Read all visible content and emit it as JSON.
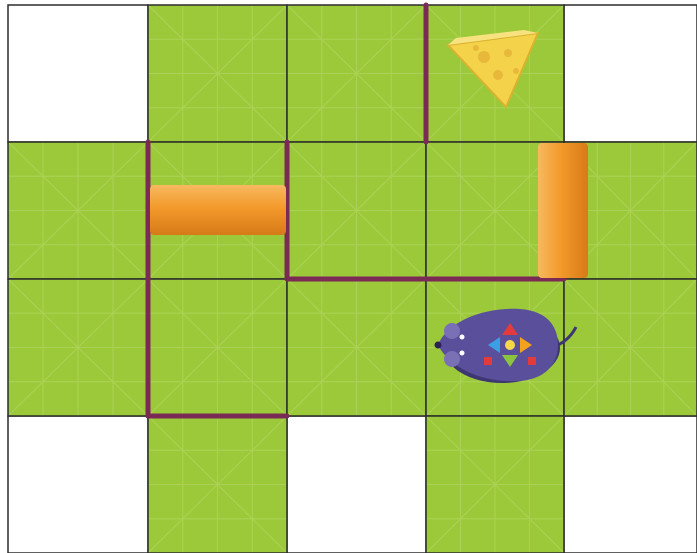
{
  "game": {
    "grid": {
      "rows": 4,
      "cols": 5
    },
    "colors": {
      "tile": "#9cc93a",
      "tile_line": "#b9da6e",
      "empty": "#ffffff",
      "grid_line": "#2b2b2b",
      "wall": "#7a2a55",
      "tunnel": "#f39a2b",
      "cheese": "#f4d24a",
      "mouse": "#5a4f9b"
    },
    "tiles": [
      {
        "row": 0,
        "col": 1
      },
      {
        "row": 0,
        "col": 2
      },
      {
        "row": 0,
        "col": 3
      },
      {
        "row": 1,
        "col": 0
      },
      {
        "row": 1,
        "col": 1
      },
      {
        "row": 1,
        "col": 2
      },
      {
        "row": 1,
        "col": 3
      },
      {
        "row": 1,
        "col": 4
      },
      {
        "row": 2,
        "col": 0
      },
      {
        "row": 2,
        "col": 1
      },
      {
        "row": 2,
        "col": 2
      },
      {
        "row": 2,
        "col": 3
      },
      {
        "row": 2,
        "col": 4
      },
      {
        "row": 3,
        "col": 1
      },
      {
        "row": 3,
        "col": 3
      }
    ],
    "walls": [
      {
        "side": "left",
        "row": 0,
        "col": 3
      },
      {
        "side": "left",
        "row": 1,
        "col": 1
      },
      {
        "side": "left",
        "row": 2,
        "col": 1
      },
      {
        "side": "left",
        "row": 1,
        "col": 2
      },
      {
        "side": "bottom",
        "row": 1,
        "col": 2
      },
      {
        "side": "bottom",
        "row": 1,
        "col": 3
      },
      {
        "side": "bottom",
        "row": 2,
        "col": 1
      }
    ],
    "tunnels": [
      {
        "orientation": "horizontal",
        "row": 1,
        "col": 1
      },
      {
        "orientation": "vertical",
        "row": 1,
        "col": 3
      }
    ],
    "cheese": {
      "row": 0,
      "col": 3,
      "icon": "cheese-icon"
    },
    "mouse": {
      "row": 2,
      "col": 3,
      "facing": "left",
      "icon": "robot-mouse-icon"
    }
  }
}
